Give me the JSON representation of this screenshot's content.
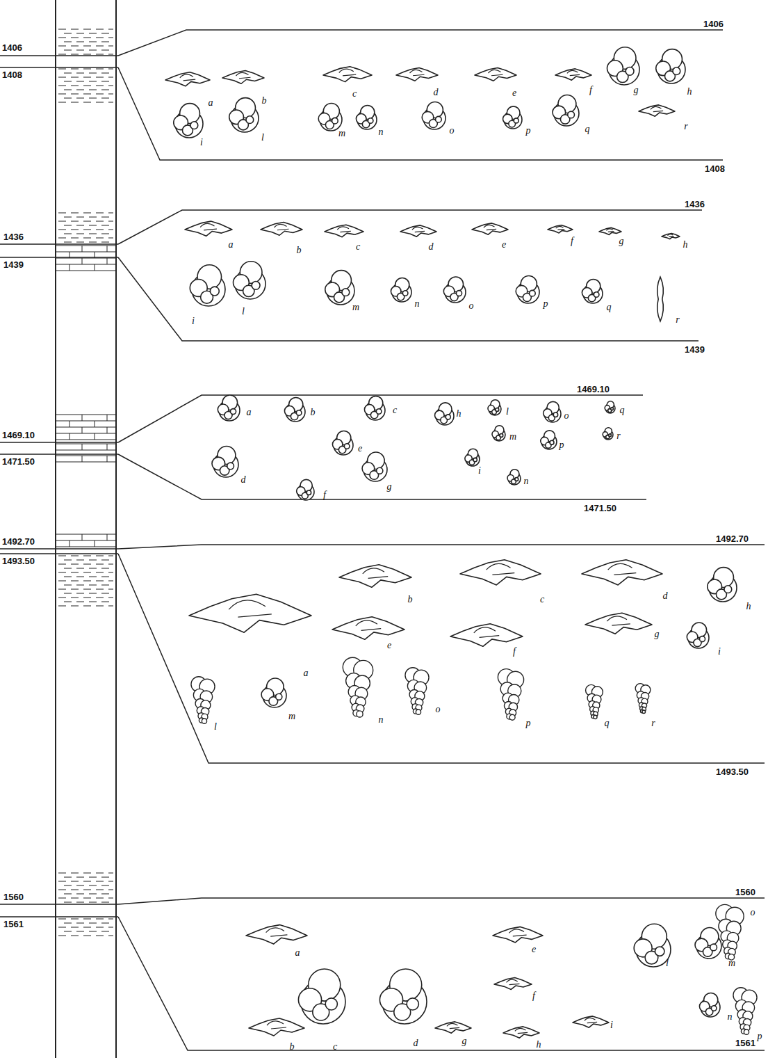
{
  "diagram": {
    "labels": [
      "1406",
      "1408",
      "1436",
      "1439",
      "1469.10",
      "1471.50",
      "1492.70",
      "1493.50",
      "1560",
      "1561",
      "1406",
      "a",
      "b",
      "c",
      "d",
      "e",
      "f",
      "g",
      "h",
      "i",
      "l",
      "m",
      "n",
      "o",
      "p",
      "q",
      "r",
      "1408",
      "1436",
      "a",
      "b",
      "c",
      "d",
      "e",
      "f",
      "g",
      "h",
      "i",
      "l",
      "m",
      "n",
      "o",
      "p",
      "q",
      "r",
      "1439",
      "1469.10",
      "a",
      "b",
      "c",
      "d",
      "e",
      "f",
      "g",
      "h",
      "i",
      "l",
      "m",
      "n",
      "o",
      "p",
      "q",
      "r",
      "1471.50",
      "1492.70",
      "a",
      "b",
      "c",
      "d",
      "e",
      "f",
      "g",
      "h",
      "i",
      "l",
      "m",
      "n",
      "o",
      "p",
      "q",
      "r",
      "1493.50",
      "1560",
      "a",
      "b",
      "c",
      "d",
      "e",
      "f",
      "g",
      "h",
      "i",
      "l",
      "m",
      "n",
      "o",
      "p",
      "1561"
    ]
  }
}
